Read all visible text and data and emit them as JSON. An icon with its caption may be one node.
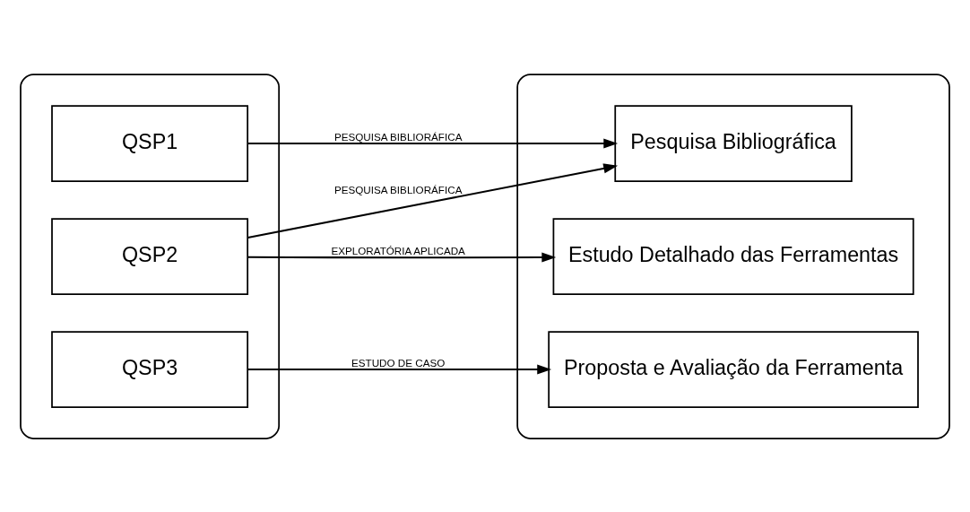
{
  "diagram": {
    "nodes": [
      {
        "text": [],
        "shape": "box"
      },
      {
        "text": [
          "QSP1"
        ],
        "in": 0
      },
      {
        "text": [
          "QSP2"
        ],
        "in": 0
      },
      {
        "text": [
          "QSP3"
        ],
        "in": 0
      },
      {
        "text": [],
        "shape": "box"
      },
      {
        "text": [
          "Pesquisa Bibliográfica"
        ],
        "in": 4
      },
      {
        "text": [
          "Estudo Detalhado das Ferramentas"
        ],
        "in": 4
      },
      {
        "text": [
          "Proposta e Avaliação da Ferramenta"
        ],
        "in": 4
      }
    ],
    "edges": [
      {
        "from": 1,
        "to": 5,
        "arrow": "to",
        "label": "PESQUISA BIBLIORÁFICA"
      },
      {
        "from": 2,
        "to": 5,
        "arrow": "to",
        "label": "PESQUISA BIBLIORÁFICA"
      },
      {
        "from": 2,
        "to": 6,
        "arrow": "to",
        "label": "EXPLORATÓRIA APLICADA"
      },
      {
        "from": 3,
        "to": 7,
        "arrow": "to",
        "label": "ESTUDO DE CASO"
      }
    ]
  }
}
